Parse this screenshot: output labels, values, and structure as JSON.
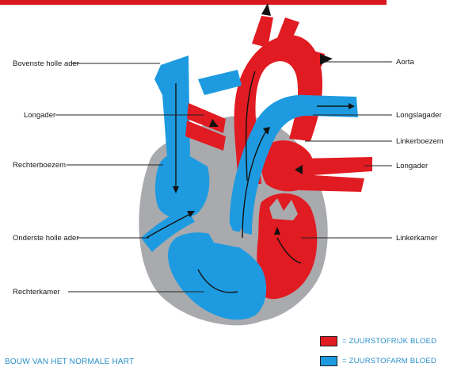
{
  "colors": {
    "oxygen_rich": "#e11b22",
    "oxygen_poor": "#1e9be0",
    "wall": "#a9aaad",
    "top_bar": "#d7191f",
    "caption_text": "#2a8fc8"
  },
  "labels": {
    "superior_vena_cava": "Bovenste holle ader",
    "pulmonary_vein_left": "Longader",
    "right_atrium": "Rechterboezem",
    "inferior_vena_cava": "Onderste holle ader",
    "right_ventricle": "Rechterkamer",
    "aorta": "Aorta",
    "pulmonary_artery": "Longslagader",
    "left_atrium": "Linkerboezem",
    "pulmonary_vein_right": "Longader",
    "left_ventricle": "Linkerkamer"
  },
  "caption": "BOUW VAN HET NORMALE HART",
  "legend": [
    {
      "color_key": "oxygen_rich",
      "text": "= ZUURSTOFRIJK BLOED"
    },
    {
      "color_key": "oxygen_poor",
      "text": "= ZUURSTOFARM BLOED"
    }
  ]
}
